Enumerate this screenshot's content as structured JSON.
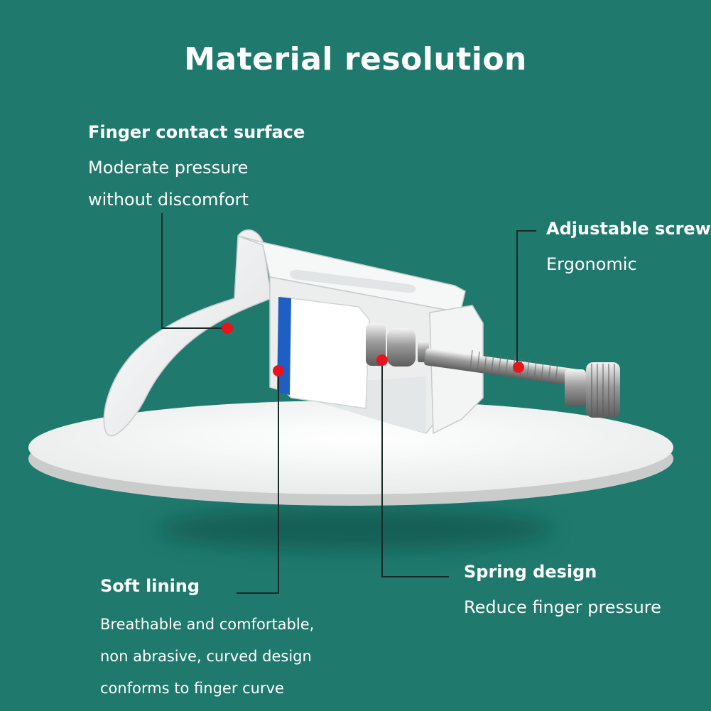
{
  "title": "Material resolution",
  "callouts": {
    "finger": {
      "heading": "Finger contact surface",
      "lines": [
        "Moderate pressure",
        "without discomfort"
      ]
    },
    "screw": {
      "heading": "Adjustable screw",
      "lines": [
        "Ergonomic"
      ]
    },
    "lining": {
      "heading": "Soft lining",
      "lines": [
        "Breathable and comfortable,",
        "non abrasive, curved design",
        "conforms to finger curve"
      ]
    },
    "spring": {
      "heading": "Spring design",
      "lines": [
        "Reduce finger pressure"
      ]
    }
  },
  "colors": {
    "background": "#1f7a6d",
    "marker": "#e8141c",
    "lining": "#1f5fc4",
    "line": "#1a2a28"
  }
}
